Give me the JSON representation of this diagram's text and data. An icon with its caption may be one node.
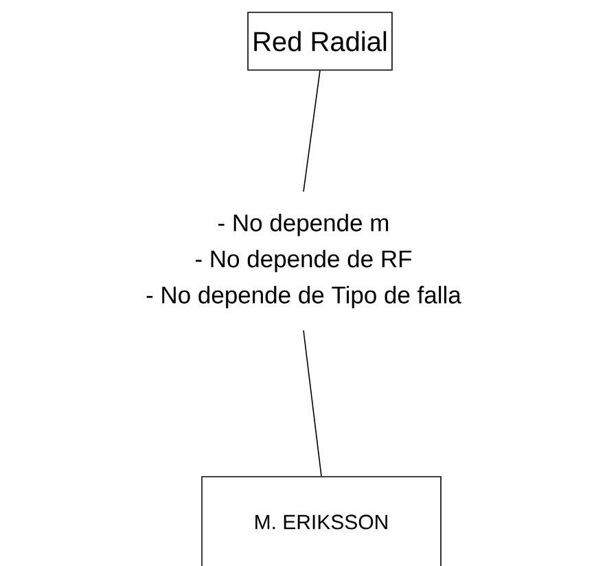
{
  "diagram": {
    "nodes": [
      {
        "text": [
          "Red Radial"
        ]
      },
      {
        "text": [
          "- No depende m",
          "- No depende de RF",
          "- No depende de Tipo de falla"
        ]
      },
      {
        "text": [
          "M. ERIKSSON"
        ]
      }
    ],
    "edges": [
      {
        "from": 0,
        "to": 1,
        "arrow": "none"
      },
      {
        "from": 1,
        "to": 2,
        "arrow": "none"
      }
    ]
  }
}
